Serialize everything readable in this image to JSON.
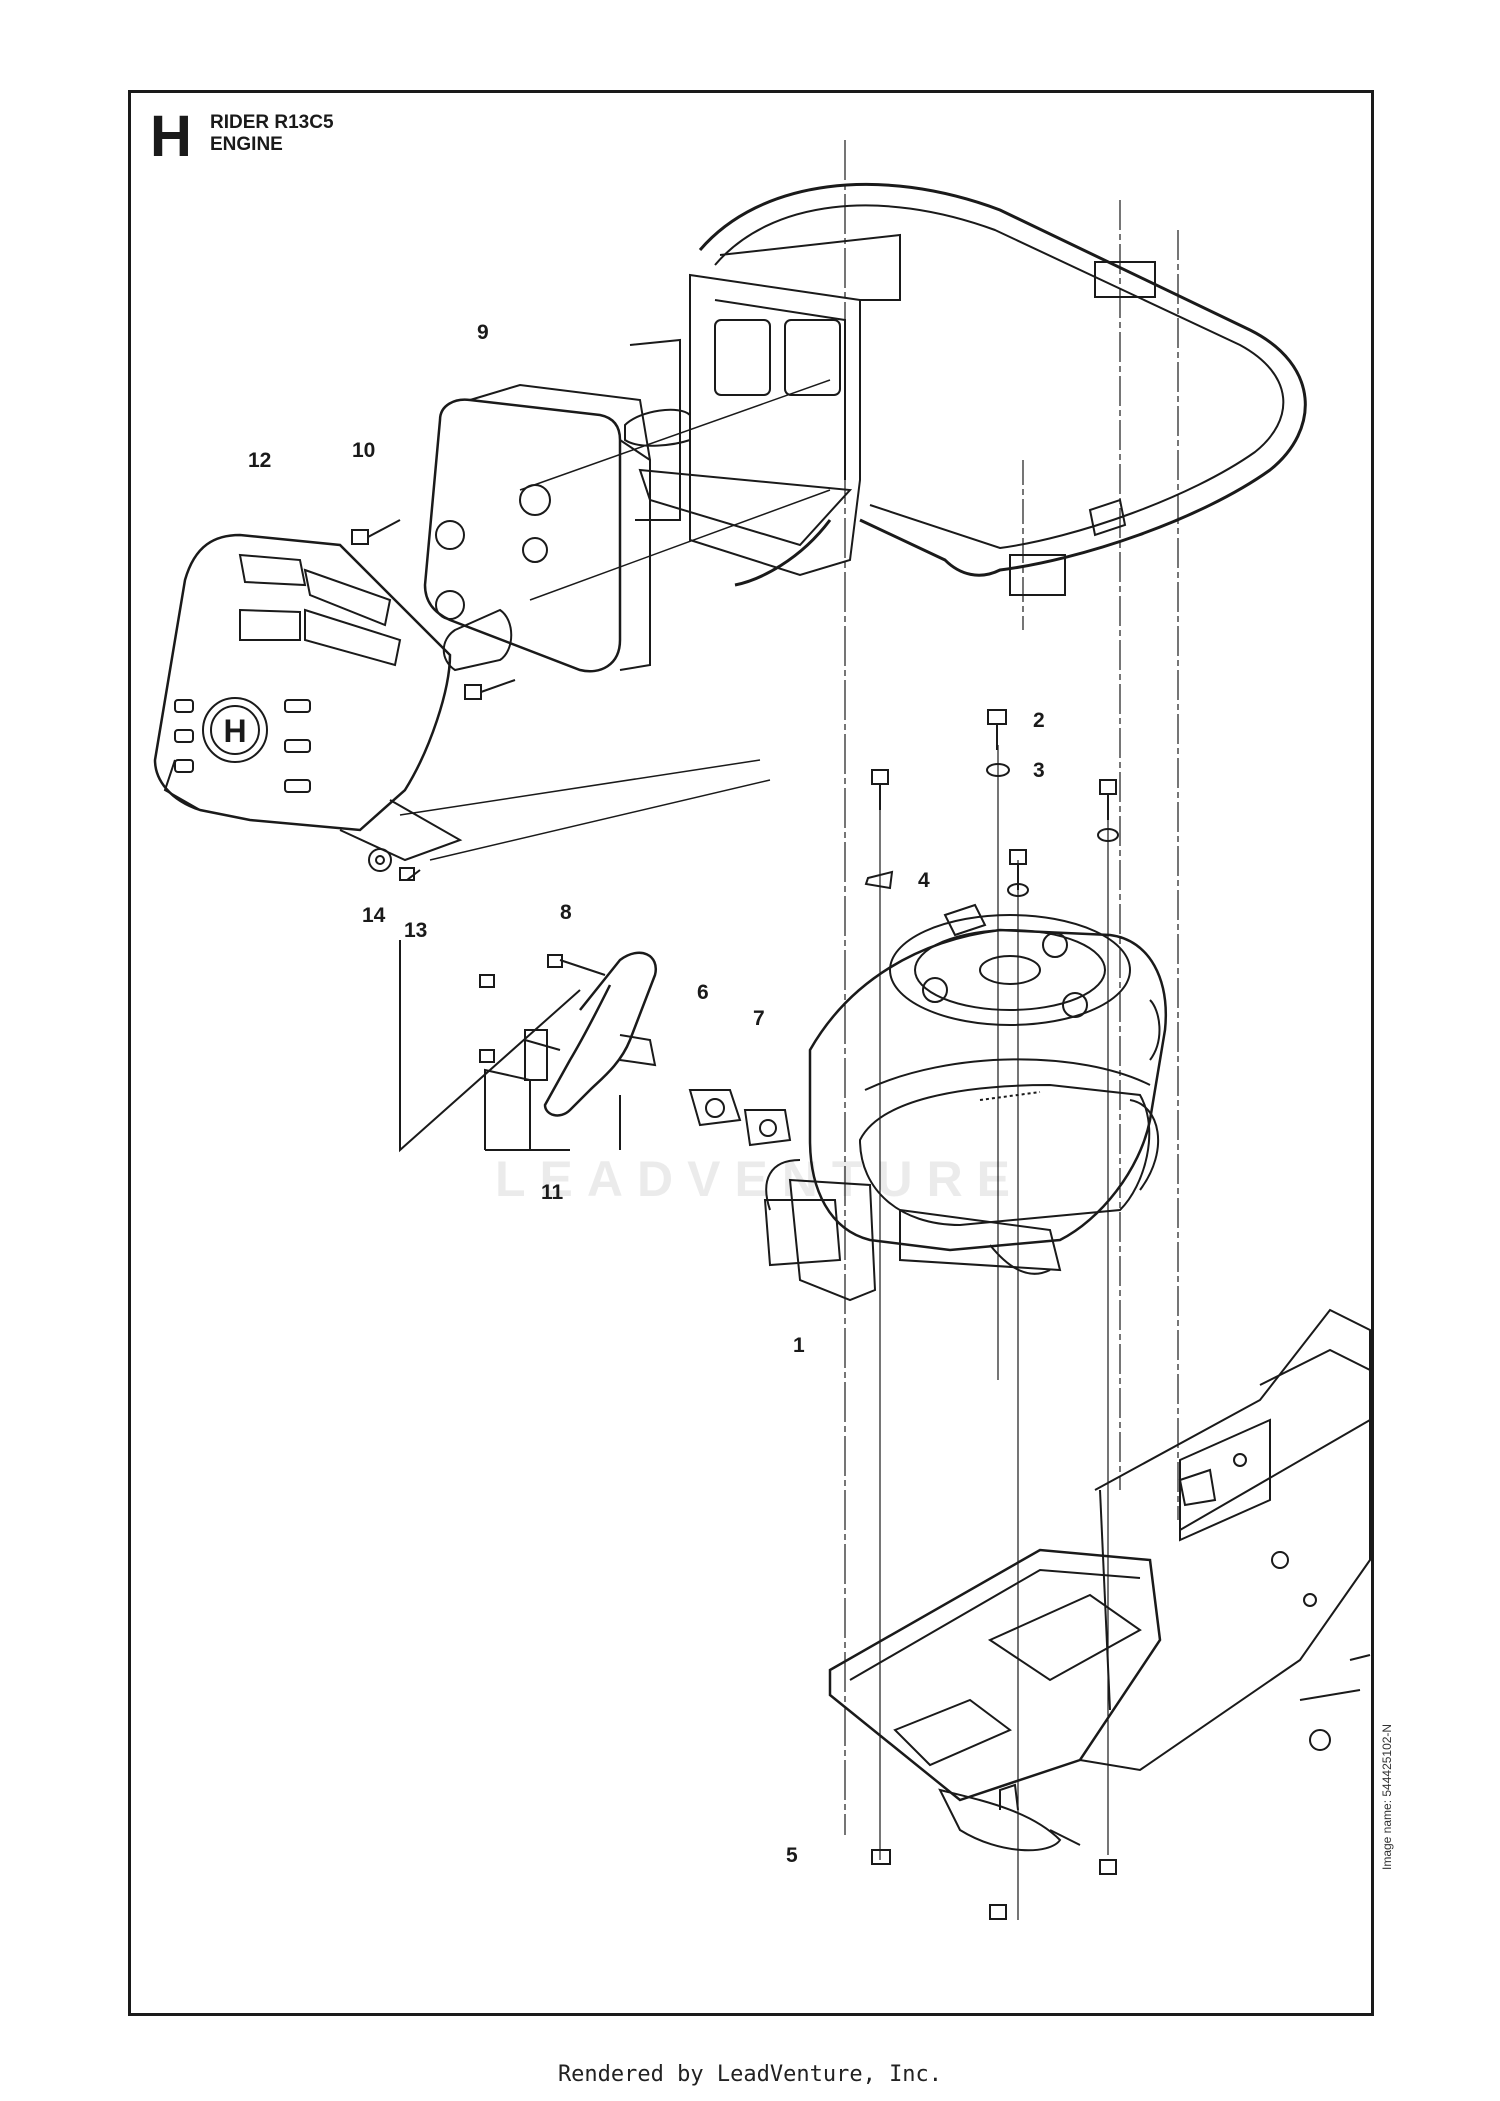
{
  "header": {
    "section_letter": "H",
    "model": "RIDER R13C5",
    "assembly": "ENGINE"
  },
  "callouts": {
    "c1": "1",
    "c2": "2",
    "c3": "3",
    "c4": "4",
    "c5": "5",
    "c6": "6",
    "c7": "7",
    "c8": "8",
    "c9": "9",
    "c10": "10",
    "c11": "11",
    "c12": "12",
    "c13": "13",
    "c14": "14"
  },
  "image_name": "Image name: 544425102-N",
  "watermark": "LEADVENTURE",
  "footer": "Rendered by LeadVenture, Inc.",
  "colors": {
    "line": "#1a1a1a",
    "background": "#ffffff"
  }
}
